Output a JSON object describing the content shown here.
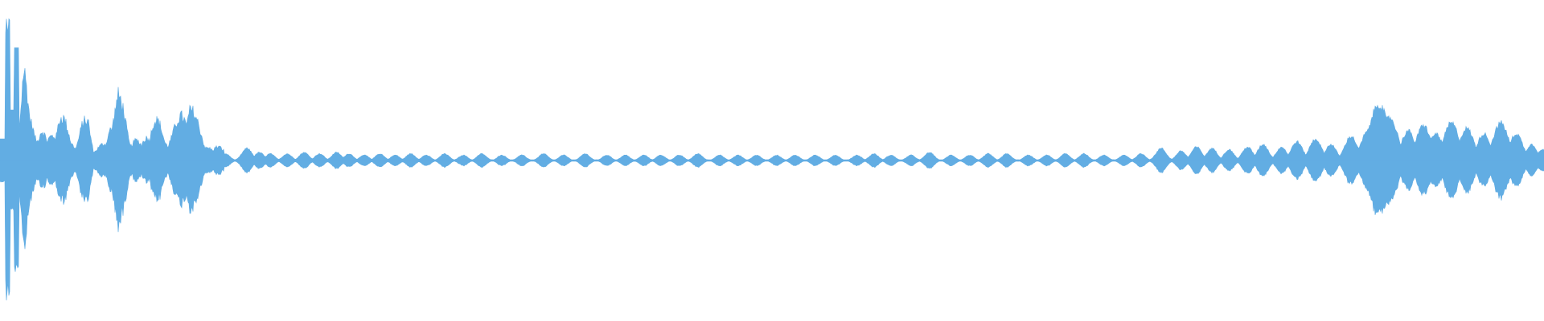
{
  "waveform": {
    "color": "#62ade3",
    "background": "#ffffff",
    "orientation": "horizontal",
    "centered": true,
    "labels": [],
    "amplitude_envelope": [
      0.1,
      0.55,
      1.0,
      0.3,
      0.82,
      0.35,
      0.25,
      0.28,
      0.15,
      0.25,
      0.4,
      0.32,
      0.18,
      0.16,
      0.3,
      0.34,
      0.1,
      0.12,
      0.14,
      0.45,
      0.55,
      0.4,
      0.2,
      0.18,
      0.12,
      0.26,
      0.35,
      0.3,
      0.18,
      0.22,
      0.3,
      0.42,
      0.52,
      0.36,
      0.26,
      0.15,
      0.08,
      0.12,
      0.14,
      0.22,
      0.36,
      0.38,
      0.24,
      0.1,
      0.08,
      0.2,
      0.28,
      0.36,
      0.32,
      0.16,
      0.14,
      0.12,
      0.2,
      0.26,
      0.32,
      0.24,
      0.1,
      0.08,
      0.1,
      0.12,
      0.12,
      0.1,
      0.1,
      0.08,
      0.14,
      0.12,
      0.14,
      0.1,
      0.06,
      0.04
    ],
    "bursts": [
      [
        0.146,
        0.05
      ],
      [
        0.16,
        0.09
      ],
      [
        0.168,
        0.06
      ],
      [
        0.175,
        0.05
      ],
      [
        0.186,
        0.05
      ],
      [
        0.197,
        0.06
      ],
      [
        0.207,
        0.05
      ],
      [
        0.218,
        0.06
      ],
      [
        0.226,
        0.05
      ],
      [
        0.236,
        0.04
      ],
      [
        0.246,
        0.05
      ],
      [
        0.256,
        0.04
      ],
      [
        0.266,
        0.05
      ],
      [
        0.276,
        0.04
      ],
      [
        0.288,
        0.05
      ],
      [
        0.3,
        0.04
      ],
      [
        0.312,
        0.05
      ],
      [
        0.325,
        0.04
      ],
      [
        0.338,
        0.04
      ],
      [
        0.352,
        0.05
      ],
      [
        0.365,
        0.04
      ],
      [
        0.379,
        0.05
      ],
      [
        0.393,
        0.04
      ],
      [
        0.405,
        0.04
      ],
      [
        0.417,
        0.04
      ],
      [
        0.428,
        0.04
      ],
      [
        0.44,
        0.04
      ],
      [
        0.452,
        0.05
      ],
      [
        0.466,
        0.04
      ],
      [
        0.478,
        0.04
      ],
      [
        0.49,
        0.04
      ],
      [
        0.503,
        0.04
      ],
      [
        0.515,
        0.04
      ],
      [
        0.528,
        0.04
      ],
      [
        0.541,
        0.04
      ],
      [
        0.555,
        0.04
      ],
      [
        0.566,
        0.05
      ],
      [
        0.577,
        0.04
      ],
      [
        0.59,
        0.04
      ],
      [
        0.602,
        0.06
      ],
      [
        0.616,
        0.04
      ],
      [
        0.628,
        0.04
      ],
      [
        0.64,
        0.05
      ],
      [
        0.652,
        0.05
      ],
      [
        0.666,
        0.04
      ],
      [
        0.678,
        0.04
      ],
      [
        0.69,
        0.05
      ],
      [
        0.702,
        0.05
      ],
      [
        0.715,
        0.04
      ],
      [
        0.728,
        0.04
      ],
      [
        0.739,
        0.05
      ],
      [
        0.752,
        0.09
      ],
      [
        0.765,
        0.07
      ],
      [
        0.775,
        0.1
      ],
      [
        0.785,
        0.09
      ],
      [
        0.796,
        0.08
      ],
      [
        0.808,
        0.1
      ],
      [
        0.818,
        0.12
      ],
      [
        0.83,
        0.1
      ],
      [
        0.84,
        0.14
      ],
      [
        0.852,
        0.16
      ],
      [
        0.862,
        0.12
      ],
      [
        0.875,
        0.18
      ],
      [
        0.886,
        0.22
      ],
      [
        0.893,
        0.42
      ],
      [
        0.9,
        0.32
      ],
      [
        0.912,
        0.22
      ],
      [
        0.922,
        0.26
      ],
      [
        0.93,
        0.2
      ],
      [
        0.94,
        0.28
      ],
      [
        0.95,
        0.24
      ],
      [
        0.961,
        0.2
      ],
      [
        0.972,
        0.28
      ],
      [
        0.982,
        0.2
      ],
      [
        0.992,
        0.12
      ],
      [
        0.999,
        0.08
      ]
    ]
  }
}
